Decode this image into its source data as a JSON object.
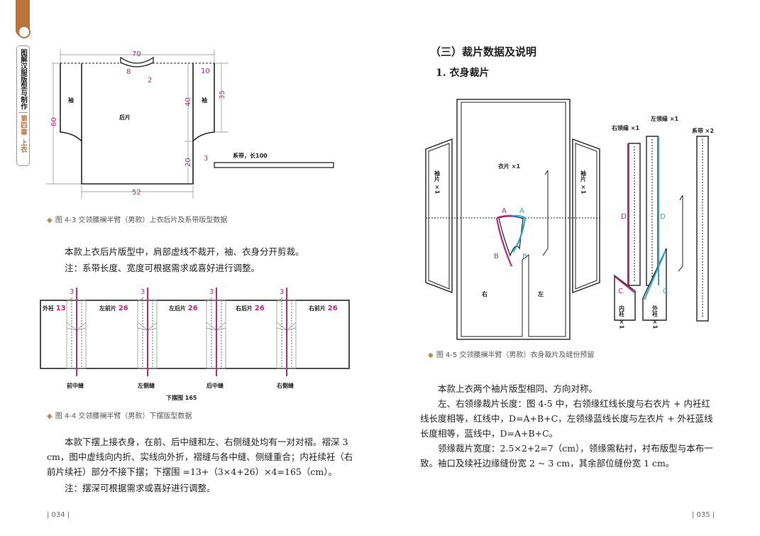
{
  "sidebar": {
    "book_title": "图解汉服版型与制作",
    "chapter": "第四章",
    "section": "上衣"
  },
  "fig43": {
    "caption": "图 4-3  交领腰襕半臂（男款）上衣后片及系带版型数据",
    "dim_top": "70",
    "dim_neck": "8",
    "dim_neck_depth": "2",
    "dim_sleeve_w": "10",
    "dim_sleeve_h": "35",
    "dim_upper": "40",
    "dim_lower": "20",
    "dim_total": "60",
    "dim_bottom": "52",
    "sleeve_left": "袖",
    "sleeve_right": "袖",
    "back": "后片",
    "tie_w": "3",
    "tie_label": "系带，长100"
  },
  "left_text": {
    "p1": "本款上衣后片版型中，肩部虚线不裁开，袖、衣身分开剪裁。",
    "p2": "注：系带长度、宽度可根据需求或喜好进行调整。",
    "p3": "本款下摆上接衣身，在前、后中缝和左、右侧缝处均有一对对褶。褶深 3 cm，图中虚线向内折、实线向外折，褶缝与各中缝、侧缝重合；内衽续衽（右前片续衽）部分不接下摆；下摆围 =13+（3×4+26）×4=165（cm）。",
    "p4": "注：摆深可根据需求或喜好进行调整。"
  },
  "fig44": {
    "caption": "图 4-4  交领腰襕半臂（男款）下摆版型数据",
    "pleat": "3",
    "panels": [
      {
        "name": "外衽",
        "val": "13"
      },
      {
        "name": "左前片",
        "val": "26"
      },
      {
        "name": "左后片",
        "val": "26"
      },
      {
        "name": "右后片",
        "val": "26"
      },
      {
        "name": "右前片",
        "val": "26"
      }
    ],
    "seams": [
      "前中缝",
      "左侧缝",
      "后中缝",
      "右侧缝"
    ],
    "total": "下摆围 165"
  },
  "right_text": {
    "section": "（三）裁片数据及说明",
    "sub": "1. 衣身裁片",
    "p1": "本款上衣两个袖片版型相同、方向对称。",
    "p2": "左、右领缘裁片长度：图 4-5 中，右领缘红线长度与右衣片 + 内衽红线长度相等，红线中，D=A+B+C，左领缘蓝线长度与左衣片 + 外衽蓝线长度相等，蓝线中，D=A+B+C。",
    "p3": "领缘裁片宽度：2.5×2+2=7（cm），领缘需粘衬，衬布版型与本布一致。",
    "p4": "袖口及续衽边缘缝份宽 2 ~ 3 cm，其余部位缝份宽 1 cm。"
  },
  "fig45": {
    "caption": "图 4-5  交领腰襕半臂（男款）衣身裁片及缝份预留",
    "body": "衣片 ×1",
    "sleeve": "袖片 ×1",
    "right": "右",
    "left": "左",
    "right_collar": "右领缘 ×1",
    "left_collar": "左领缘 ×1",
    "tie": "系带 ×2",
    "inner": "内衽 ×1",
    "outer": "外衽 ×1",
    "A": "A",
    "B": "B",
    "C": "C",
    "D": "D"
  },
  "pages": {
    "left": "| 034 |",
    "right": "| 035 |"
  },
  "colors": {
    "accent": "#c2257a",
    "blue": "#2fa2d6",
    "tab": "#b8743a"
  }
}
